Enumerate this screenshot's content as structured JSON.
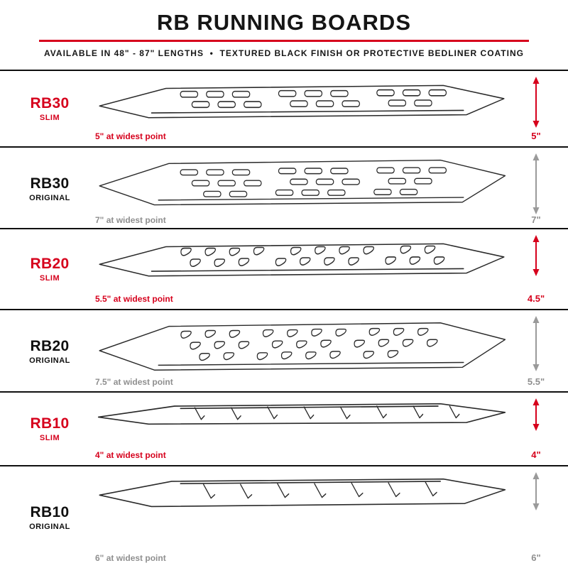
{
  "header": {
    "title": "RB RUNNING BOARDS",
    "subtitle": "AVAILABLE IN 48\" - 87\" LENGTHS  •  TEXTURED BLACK FINISH OR PROTECTIVE BEDLINER COATING"
  },
  "colors": {
    "accent": "#d6001c",
    "muted_gray": "#8f8f8f",
    "ink": "#151515"
  },
  "rows": [
    {
      "model": "RB30",
      "variant": "SLIM",
      "width_note": "5\" at widest point",
      "height_dim": "5\""
    },
    {
      "model": "RB30",
      "variant": "ORIGINAL",
      "width_note": "7\" at widest point",
      "height_dim": "7\""
    },
    {
      "model": "RB20",
      "variant": "SLIM",
      "width_note": "5.5\" at widest point",
      "height_dim": "4.5\""
    },
    {
      "model": "RB20",
      "variant": "ORIGINAL",
      "width_note": "7.5\" at widest point",
      "height_dim": "5.5\""
    },
    {
      "model": "RB10",
      "variant": "SLIM",
      "width_note": "4\" at widest point",
      "height_dim": "4\""
    },
    {
      "model": "RB10",
      "variant": "ORIGINAL",
      "width_note": "6\" at widest point",
      "height_dim": "6\""
    }
  ]
}
